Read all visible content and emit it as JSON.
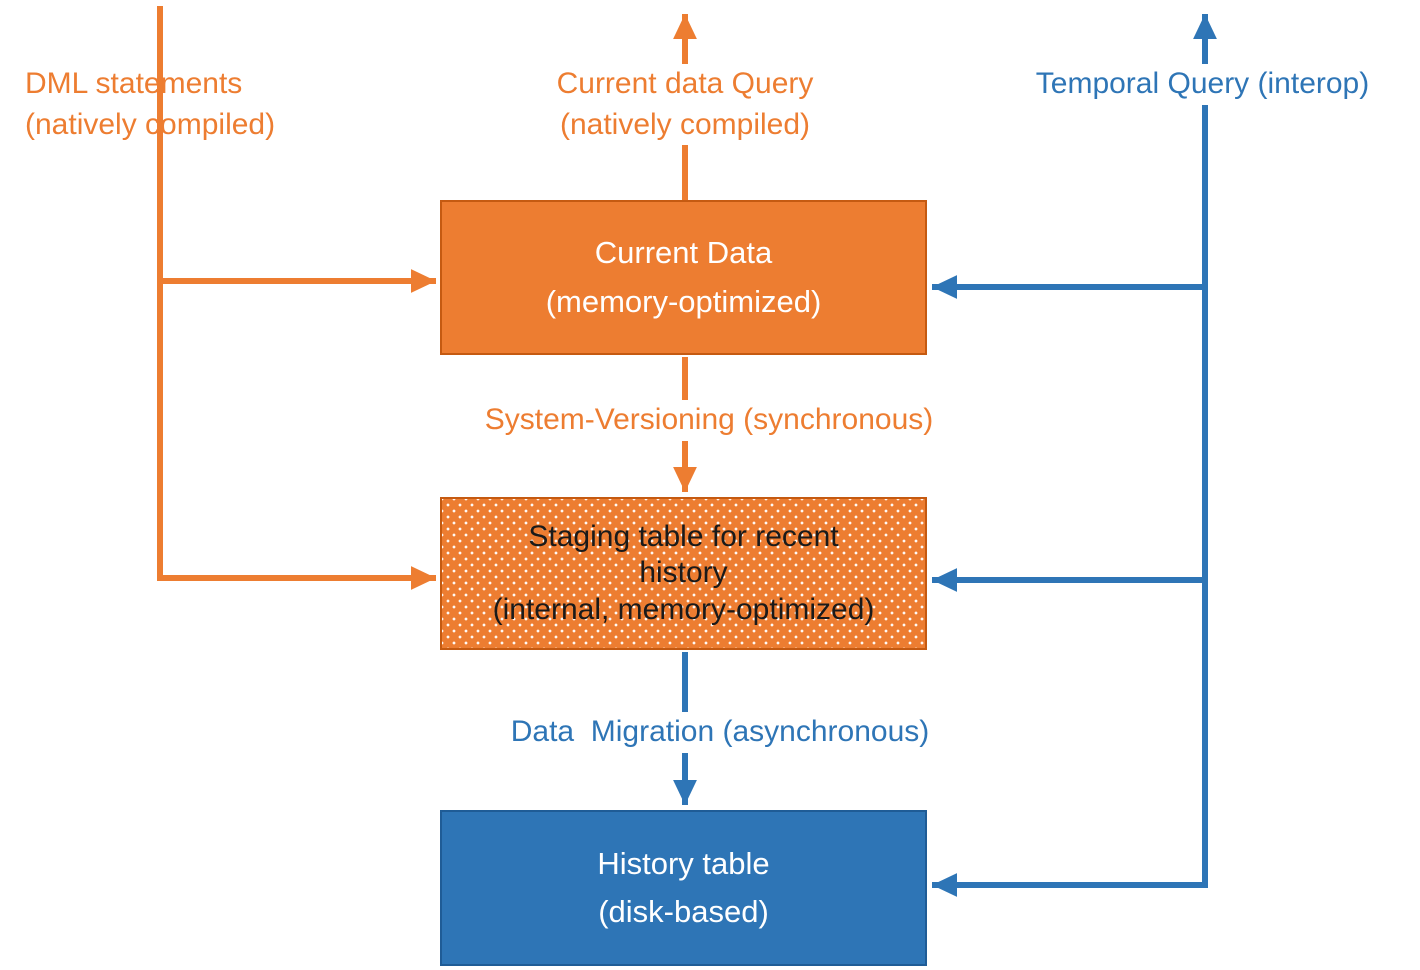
{
  "colors": {
    "orange": "#ED7D31",
    "orange_dark": "#C55A11",
    "blue": "#2E75B6",
    "blue_dark": "#1F5C96"
  },
  "labels": {
    "dml_statements": "DML statements\n(natively compiled)",
    "current_data_query": "Current data Query\n(natively compiled)",
    "temporal_query": "Temporal Query (interop)",
    "system_versioning": "System-Versioning (synchronous)",
    "data_migration": "Data  Migration (asynchronous)"
  },
  "nodes": {
    "current_data": "Current Data\n(memory-optimized)",
    "staging_table": "Staging table for recent\nhistory\n(internal, memory-optimized)",
    "history_table": "History table\n(disk-based)"
  }
}
